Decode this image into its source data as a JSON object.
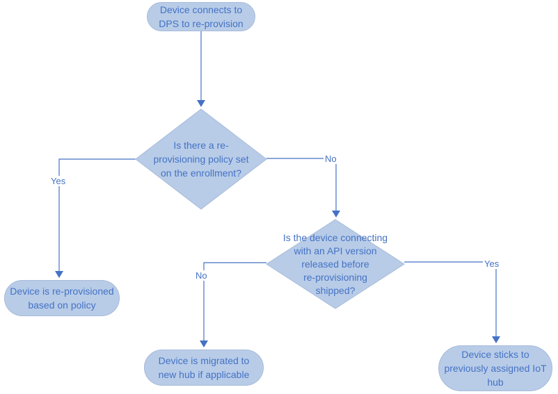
{
  "diagram": {
    "type": "flowchart",
    "colors": {
      "node_fill": "#b8cce8",
      "node_border": "#a6bad9",
      "node_text": "#4472c4",
      "connector": "#4472c4",
      "background": "#ffffff"
    },
    "nodes": {
      "start": {
        "label": "Device connects to\nDPS to re-provision",
        "shape": "stadium"
      },
      "decision_policy": {
        "label": "Is there a re-\nprovisioning policy set\non the enrollment?",
        "shape": "diamond"
      },
      "outcome_policy": {
        "label": "Device is re-provisioned\nbased on policy",
        "shape": "stadium"
      },
      "decision_api": {
        "label": "Is the device connecting\nwith an API version\nreleased before\nre-provisioning\nshipped?",
        "shape": "diamond"
      },
      "outcome_migrate": {
        "label": "Device is migrated to\nnew hub if applicable",
        "shape": "stadium"
      },
      "outcome_stick": {
        "label": "Device sticks to\npreviously assigned IoT\nhub",
        "shape": "stadium"
      }
    },
    "edges": {
      "policy_yes": {
        "label": "Yes",
        "from": "decision_policy",
        "to": "outcome_policy"
      },
      "policy_no": {
        "label": "No",
        "from": "decision_policy",
        "to": "decision_api"
      },
      "api_no": {
        "label": "No",
        "from": "decision_api",
        "to": "outcome_migrate"
      },
      "api_yes": {
        "label": "Yes",
        "from": "decision_api",
        "to": "outcome_stick"
      },
      "start_to_policy": {
        "label": "",
        "from": "start",
        "to": "decision_policy"
      }
    }
  }
}
